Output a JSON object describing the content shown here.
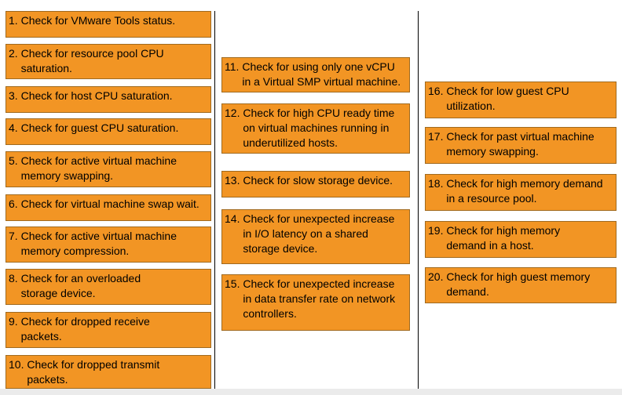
{
  "column1": [
    {
      "num": "1.",
      "text": "Check for VMware Tools status."
    },
    {
      "num": "2.",
      "text": "Check for resource pool CPU saturation."
    },
    {
      "num": "3.",
      "text": "Check for host CPU saturation."
    },
    {
      "num": "4.",
      "text": "Check for guest CPU saturation."
    },
    {
      "num": "5.",
      "text": "Check for active virtual machine memory swapping."
    },
    {
      "num": "6.",
      "text": "Check for virtual machine swap wait."
    },
    {
      "num": "7.",
      "text": "Check for active virtual machine memory compression."
    },
    {
      "num": "8.",
      "text": "Check for an overloaded storage device."
    },
    {
      "num": "9.",
      "text": "Check for dropped receive packets."
    },
    {
      "num": "10.",
      "text": "Check for dropped transmit packets."
    }
  ],
  "column2": [
    {
      "num": "11.",
      "text": "Check for using only one vCPU in a Virtual SMP virtual machine."
    },
    {
      "num": "12.",
      "text": "Check for high CPU ready time on virtual machines running in underutilized hosts."
    },
    {
      "num": "13.",
      "text": "Check for slow storage device."
    },
    {
      "num": "14.",
      "text": "Check for unexpected increase in I/O latency on a shared storage device."
    },
    {
      "num": "15.",
      "text": "Check for unexpected increase in data transfer rate on network controllers."
    }
  ],
  "column3": [
    {
      "num": "16.",
      "text": "Check for low guest CPU utilization."
    },
    {
      "num": "17.",
      "text": "Check for past virtual machine memory swapping."
    },
    {
      "num": "18.",
      "text": "Check for high memory demand in a resource pool."
    },
    {
      "num": "19.",
      "text": "Check for high memory demand in a host."
    },
    {
      "num": "20.",
      "text": "Check for high guest memory demand."
    }
  ],
  "colors": {
    "box_fill": "#f29524",
    "box_border": "#a06a1f",
    "text": "#000000",
    "divider": "#000000"
  }
}
